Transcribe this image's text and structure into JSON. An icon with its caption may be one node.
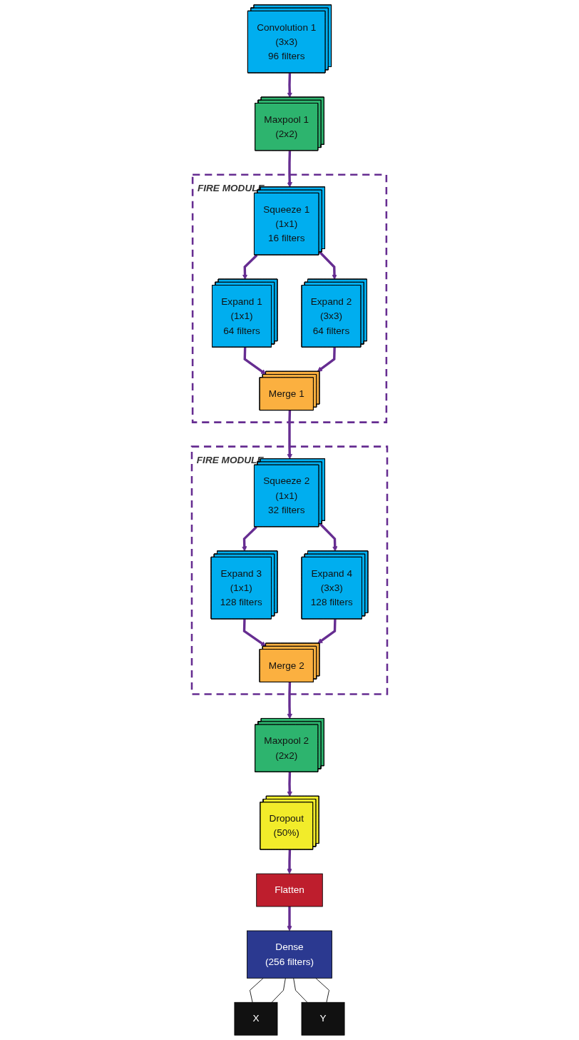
{
  "diagram": {
    "nodes": [
      {
        "text": [
          "Convolution 1",
          "(3x3)",
          "96 filters"
        ]
      },
      {
        "text": [
          "Maxpool 1",
          "(2x2)"
        ]
      },
      {
        "text": [
          "FIRE MODULE"
        ]
      },
      {
        "text": [
          "Squeeze 1",
          "(1x1)",
          "16 filters"
        ],
        "in": 2
      },
      {
        "text": [
          "Expand 1",
          "(1x1)",
          "64 filters"
        ],
        "in": 2
      },
      {
        "text": [
          "Expand 2",
          "(3x3)",
          "64 filters"
        ],
        "in": 2
      },
      {
        "text": [
          "Merge 1"
        ],
        "in": 2
      },
      {
        "text": [
          "FIRE MODULE"
        ]
      },
      {
        "text": [
          "Squeeze 2",
          "(1x1)",
          "32 filters"
        ],
        "in": 7
      },
      {
        "text": [
          "Expand 3",
          "(1x1)",
          "128 filters"
        ],
        "in": 7
      },
      {
        "text": [
          "Expand 4",
          "(3x3)",
          "128 filters"
        ],
        "in": 7
      },
      {
        "text": [
          "Merge 2"
        ],
        "in": 7
      },
      {
        "text": [
          "Maxpool 2",
          "(2x2)"
        ]
      },
      {
        "text": [
          "Dropout",
          "(50%)"
        ]
      },
      {
        "text": [
          "Flatten"
        ]
      },
      {
        "text": [
          "Dense",
          "(256 filters)"
        ]
      },
      {
        "text": [
          "X"
        ]
      },
      {
        "text": [
          "Y"
        ]
      }
    ],
    "edges": [
      {
        "from": 0,
        "to": 1,
        "arrow": "to"
      },
      {
        "from": 1,
        "to": 3,
        "arrow": "to"
      },
      {
        "from": 3,
        "to": 4,
        "arrow": "to"
      },
      {
        "from": 3,
        "to": 5,
        "arrow": "to"
      },
      {
        "from": 4,
        "to": 6,
        "arrow": "to"
      },
      {
        "from": 5,
        "to": 6,
        "arrow": "to"
      },
      {
        "from": 6,
        "to": 8,
        "arrow": "to"
      },
      {
        "from": 8,
        "to": 9,
        "arrow": "to"
      },
      {
        "from": 8,
        "to": 10,
        "arrow": "to"
      },
      {
        "from": 9,
        "to": 11,
        "arrow": "to"
      },
      {
        "from": 10,
        "to": 11,
        "arrow": "to"
      },
      {
        "from": 11,
        "to": 12,
        "arrow": "to"
      },
      {
        "from": 12,
        "to": 13,
        "arrow": "to"
      },
      {
        "from": 13,
        "to": 14,
        "arrow": "to"
      },
      {
        "from": 14,
        "to": 15,
        "arrow": "to"
      },
      {
        "from": 15,
        "to": 16,
        "arrow": "none",
        "color": "#000000"
      },
      {
        "from": 15,
        "to": 16,
        "arrow": "none",
        "color": "#000000"
      },
      {
        "from": 15,
        "to": 17,
        "arrow": "none",
        "color": "#000000"
      },
      {
        "from": 15,
        "to": 17,
        "arrow": "none",
        "color": "#000000"
      }
    ]
  }
}
